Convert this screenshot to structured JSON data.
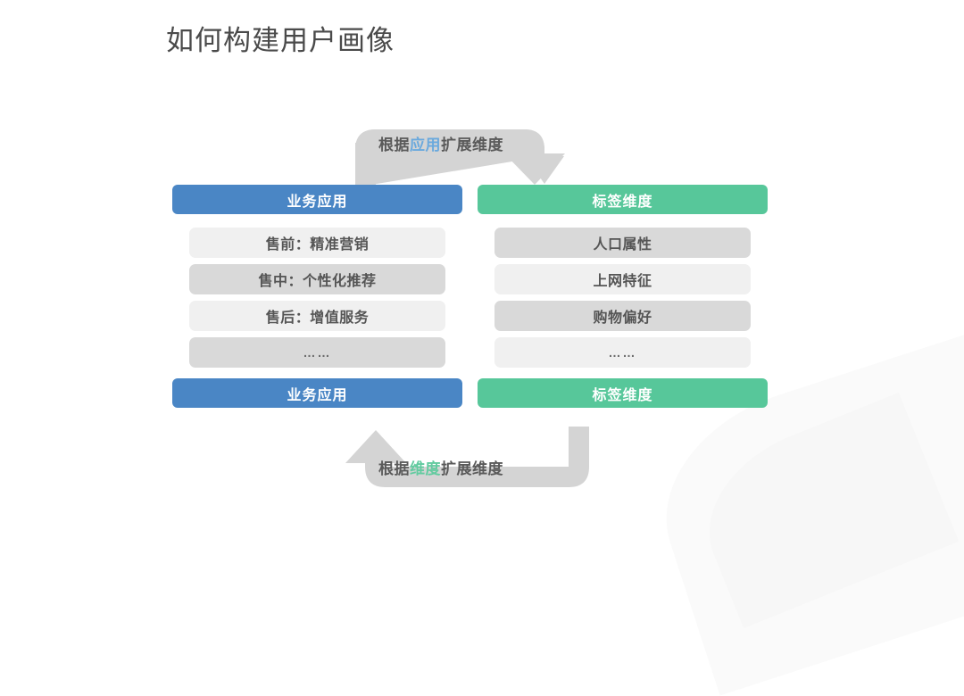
{
  "page": {
    "title": "如何构建用户画像",
    "background_color": "#ffffff"
  },
  "colors": {
    "blue": "#4a86c5",
    "green": "#57c79a",
    "blue_highlight": "#6aa9dd",
    "green_highlight": "#63cba0",
    "item_light": "#f0f0f0",
    "item_dark": "#d9d9d9",
    "arrow_gray": "#d4d4d4",
    "text_dark": "#555555"
  },
  "diagram": {
    "arrow_top": {
      "label_prefix": "根据",
      "label_highlight": "应用",
      "label_suffix": "扩展维度",
      "highlight_color": "#6aa9dd",
      "direction": "left-to-right"
    },
    "arrow_bottom": {
      "label_prefix": "根据",
      "label_highlight": "维度",
      "label_suffix": "扩展维度",
      "highlight_color": "#63cba0",
      "direction": "right-to-left"
    },
    "columns": [
      {
        "id": "business-application",
        "header": "业务应用",
        "footer": "业务应用",
        "accent": "#4a86c5",
        "items": [
          {
            "label": "售前：精准营销",
            "shade": "light"
          },
          {
            "label": "售中：个性化推荐",
            "shade": "dark"
          },
          {
            "label": "售后：增值服务",
            "shade": "light"
          },
          {
            "label": "……",
            "shade": "dark",
            "is_ellipsis": true
          }
        ]
      },
      {
        "id": "tag-dimension",
        "header": "标签维度",
        "footer": "标签维度",
        "accent": "#57c79a",
        "items": [
          {
            "label": "人口属性",
            "shade": "dark"
          },
          {
            "label": "上网特征",
            "shade": "light"
          },
          {
            "label": "购物偏好",
            "shade": "dark"
          },
          {
            "label": "……",
            "shade": "light",
            "is_ellipsis": true
          }
        ]
      }
    ]
  }
}
